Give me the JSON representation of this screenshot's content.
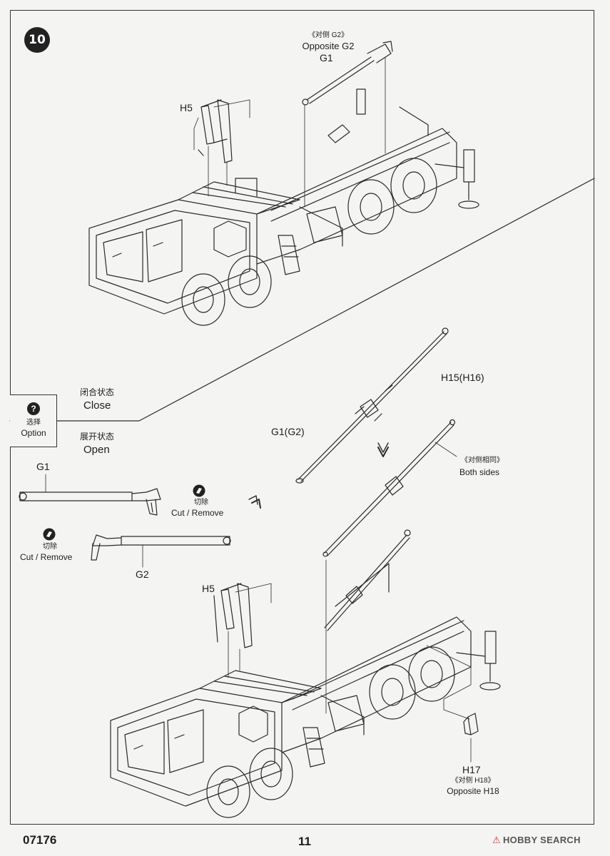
{
  "step": {
    "number": "10"
  },
  "top_view": {
    "opposite_g2_cn": "《对侧 G2》",
    "opposite_g2_en": "Opposite G2",
    "g1": "G1",
    "h5": "H5"
  },
  "option": {
    "cn": "选择",
    "en": "Option",
    "close_cn": "闭合状态",
    "close_en": "Close",
    "open_cn": "展开状态",
    "open_en": "Open"
  },
  "parts": {
    "h15_h16": "H15(H16)",
    "g1_g2": "G1(G2)",
    "both_sides_cn": "《对侧相同》",
    "both_sides_en": "Both sides",
    "g1": "G1",
    "g2": "G2",
    "cut_cn_1": "切除",
    "cut_en_1": "Cut / Remove",
    "cut_cn_2": "切除",
    "cut_en_2": "Cut / Remove"
  },
  "bottom_view": {
    "h5": "H5",
    "h17": "H17",
    "opposite_h18_cn": "《对侧 H18》",
    "opposite_h18_en": "Opposite H18"
  },
  "footer": {
    "kit_number": "07176",
    "page_number": "11",
    "brand_mark": "⚠",
    "brand": "HOBBY SEARCH"
  }
}
